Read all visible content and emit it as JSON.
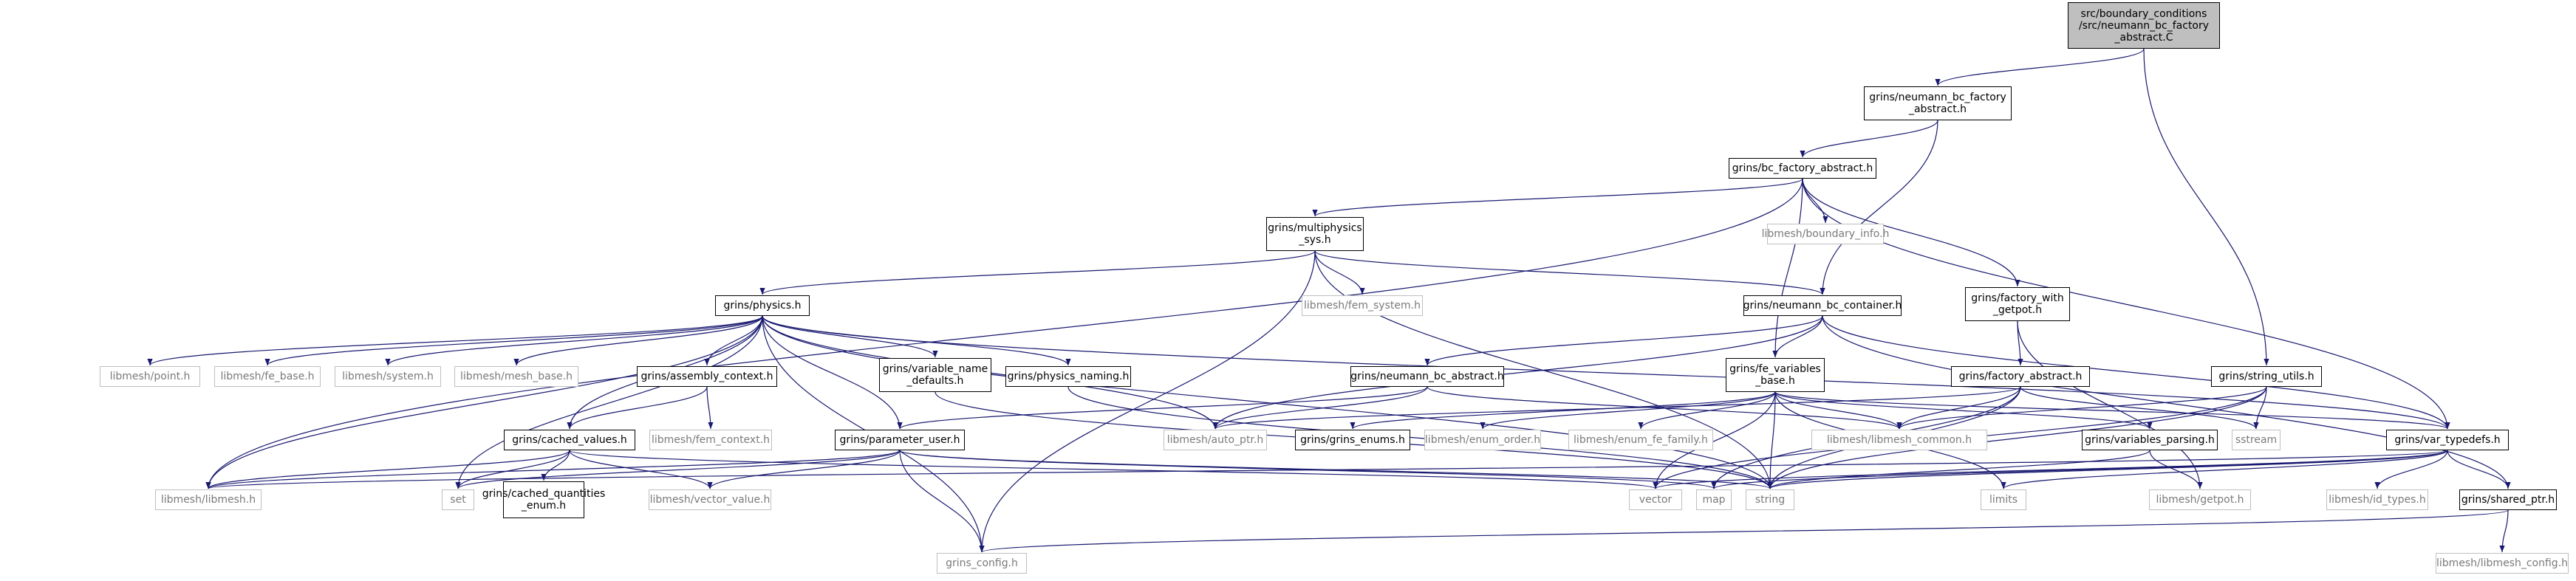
{
  "colors": {
    "edge": "#191970",
    "node_border": "#000000",
    "external_border": "#bfbfbf",
    "external_text": "#7a7a7a",
    "root_fill": "#bfbfbf"
  },
  "nodes": [
    {
      "id": "root",
      "label": "src/boundary_conditions\n/src/neumann_bc_factory\n_abstract.C",
      "kind": "root"
    },
    {
      "id": "nbcfa",
      "label": "grins/neumann_bc_factory\n_abstract.h",
      "kind": "local"
    },
    {
      "id": "bcfa",
      "label": "grins/bc_factory_abstract.h",
      "kind": "local"
    },
    {
      "id": "msys",
      "label": "grins/multiphysics\n_sys.h",
      "kind": "local"
    },
    {
      "id": "bndinfo",
      "label": "libmesh/boundary_info.h",
      "kind": "external"
    },
    {
      "id": "physics",
      "label": "grins/physics.h",
      "kind": "local"
    },
    {
      "id": "femsys",
      "label": "libmesh/fem_system.h",
      "kind": "external"
    },
    {
      "id": "nbccont",
      "label": "grins/neumann_bc_container.h",
      "kind": "local"
    },
    {
      "id": "fwg",
      "label": "grins/factory_with\n_getpot.h",
      "kind": "local"
    },
    {
      "id": "stru",
      "label": "grins/string_utils.h",
      "kind": "local"
    },
    {
      "id": "point",
      "label": "libmesh/point.h",
      "kind": "external"
    },
    {
      "id": "febase",
      "label": "libmesh/fe_base.h",
      "kind": "external"
    },
    {
      "id": "system",
      "label": "libmesh/system.h",
      "kind": "external"
    },
    {
      "id": "meshbase",
      "label": "libmesh/mesh_base.h",
      "kind": "external"
    },
    {
      "id": "asmctx",
      "label": "grins/assembly_context.h",
      "kind": "local"
    },
    {
      "id": "vnd",
      "label": "grins/variable_name\n_defaults.h",
      "kind": "local"
    },
    {
      "id": "pnaming",
      "label": "grins/physics_naming.h",
      "kind": "local"
    },
    {
      "id": "nbca",
      "label": "grins/neumann_bc_abstract.h",
      "kind": "local"
    },
    {
      "id": "fevb",
      "label": "grins/fe_variables\n_base.h",
      "kind": "local"
    },
    {
      "id": "facta",
      "label": "grins/factory_abstract.h",
      "kind": "local"
    },
    {
      "id": "cvals",
      "label": "grins/cached_values.h",
      "kind": "local"
    },
    {
      "id": "femctx",
      "label": "libmesh/fem_context.h",
      "kind": "external"
    },
    {
      "id": "puser",
      "label": "grins/parameter_user.h",
      "kind": "local"
    },
    {
      "id": "autoptr",
      "label": "libmesh/auto_ptr.h",
      "kind": "external"
    },
    {
      "id": "genums",
      "label": "grins/grins_enums.h",
      "kind": "local"
    },
    {
      "id": "enumord",
      "label": "libmesh/enum_order.h",
      "kind": "external"
    },
    {
      "id": "enumfef",
      "label": "libmesh/enum_fe_family.h",
      "kind": "external"
    },
    {
      "id": "lmcommon",
      "label": "libmesh/libmesh_common.h",
      "kind": "external"
    },
    {
      "id": "vparse",
      "label": "grins/variables_parsing.h",
      "kind": "local"
    },
    {
      "id": "sstream",
      "label": "sstream",
      "kind": "external"
    },
    {
      "id": "vtypedefs",
      "label": "grins/var_typedefs.h",
      "kind": "local"
    },
    {
      "id": "libmesh",
      "label": "libmesh/libmesh.h",
      "kind": "external"
    },
    {
      "id": "set",
      "label": "set",
      "kind": "external"
    },
    {
      "id": "cqenum",
      "label": "grins/cached_quantities\n_enum.h",
      "kind": "local"
    },
    {
      "id": "vecval",
      "label": "libmesh/vector_value.h",
      "kind": "external"
    },
    {
      "id": "vector",
      "label": "vector",
      "kind": "external"
    },
    {
      "id": "map",
      "label": "map",
      "kind": "external"
    },
    {
      "id": "string",
      "label": "string",
      "kind": "external"
    },
    {
      "id": "limits",
      "label": "limits",
      "kind": "external"
    },
    {
      "id": "getpot",
      "label": "libmesh/getpot.h",
      "kind": "external"
    },
    {
      "id": "idtypes",
      "label": "libmesh/id_types.h",
      "kind": "external"
    },
    {
      "id": "sharedptr",
      "label": "grins/shared_ptr.h",
      "kind": "local"
    },
    {
      "id": "gconfig",
      "label": "grins_config.h",
      "kind": "external"
    },
    {
      "id": "lmconfig",
      "label": "libmesh/libmesh_config.h",
      "kind": "external"
    }
  ],
  "edges": [
    [
      "root",
      "nbcfa"
    ],
    [
      "root",
      "stru"
    ],
    [
      "nbcfa",
      "bcfa"
    ],
    [
      "nbcfa",
      "nbccont"
    ],
    [
      "bcfa",
      "libmesh"
    ],
    [
      "bcfa",
      "msys"
    ],
    [
      "bcfa",
      "bndinfo"
    ],
    [
      "bcfa",
      "fevb"
    ],
    [
      "bcfa",
      "fwg"
    ],
    [
      "bcfa",
      "vtypedefs"
    ],
    [
      "msys",
      "physics"
    ],
    [
      "msys",
      "femsys"
    ],
    [
      "msys",
      "nbccont"
    ],
    [
      "msys",
      "gconfig"
    ],
    [
      "msys",
      "string"
    ],
    [
      "physics",
      "libmesh"
    ],
    [
      "physics",
      "point"
    ],
    [
      "physics",
      "febase"
    ],
    [
      "physics",
      "system"
    ],
    [
      "physics",
      "meshbase"
    ],
    [
      "physics",
      "asmctx"
    ],
    [
      "physics",
      "vnd"
    ],
    [
      "physics",
      "pnaming"
    ],
    [
      "physics",
      "cvals"
    ],
    [
      "physics",
      "puser"
    ],
    [
      "physics",
      "autoptr"
    ],
    [
      "physics",
      "vtypedefs"
    ],
    [
      "physics",
      "set"
    ],
    [
      "physics",
      "gconfig"
    ],
    [
      "physics",
      "string"
    ],
    [
      "nbccont",
      "nbca"
    ],
    [
      "nbccont",
      "fevb"
    ],
    [
      "nbccont",
      "autoptr"
    ],
    [
      "nbccont",
      "vtypedefs"
    ],
    [
      "nbccont",
      "sharedptr"
    ],
    [
      "fwg",
      "facta"
    ],
    [
      "fwg",
      "getpot"
    ],
    [
      "stru",
      "lmcommon"
    ],
    [
      "stru",
      "sstream"
    ],
    [
      "stru",
      "vector"
    ],
    [
      "stru",
      "string"
    ],
    [
      "asmctx",
      "cvals"
    ],
    [
      "asmctx",
      "femctx"
    ],
    [
      "vnd",
      "string"
    ],
    [
      "pnaming",
      "string"
    ],
    [
      "nbca",
      "puser"
    ],
    [
      "nbca",
      "autoptr"
    ],
    [
      "nbca",
      "lmcommon"
    ],
    [
      "fevb",
      "genums"
    ],
    [
      "fevb",
      "enumord"
    ],
    [
      "fevb",
      "enumfef"
    ],
    [
      "fevb",
      "lmcommon"
    ],
    [
      "fevb",
      "vparse"
    ],
    [
      "fevb",
      "vtypedefs"
    ],
    [
      "fevb",
      "vector"
    ],
    [
      "fevb",
      "string"
    ],
    [
      "fevb",
      "limits"
    ],
    [
      "facta",
      "autoptr"
    ],
    [
      "facta",
      "lmcommon"
    ],
    [
      "facta",
      "map"
    ],
    [
      "facta",
      "string"
    ],
    [
      "facta",
      "sstream"
    ],
    [
      "cvals",
      "libmesh"
    ],
    [
      "cvals",
      "set"
    ],
    [
      "cvals",
      "cqenum"
    ],
    [
      "cvals",
      "vecval"
    ],
    [
      "cvals",
      "vector"
    ],
    [
      "puser",
      "libmesh"
    ],
    [
      "puser",
      "set"
    ],
    [
      "puser",
      "map"
    ],
    [
      "puser",
      "string"
    ],
    [
      "puser",
      "vecval"
    ],
    [
      "puser",
      "gconfig"
    ],
    [
      "vparse",
      "string"
    ],
    [
      "vparse",
      "getpot"
    ],
    [
      "vtypedefs",
      "libmesh"
    ],
    [
      "vtypedefs",
      "vector"
    ],
    [
      "vtypedefs",
      "map"
    ],
    [
      "vtypedefs",
      "string"
    ],
    [
      "vtypedefs",
      "limits"
    ],
    [
      "vtypedefs",
      "idtypes"
    ],
    [
      "vtypedefs",
      "sharedptr"
    ],
    [
      "sharedptr",
      "gconfig"
    ],
    [
      "sharedptr",
      "lmconfig"
    ]
  ]
}
